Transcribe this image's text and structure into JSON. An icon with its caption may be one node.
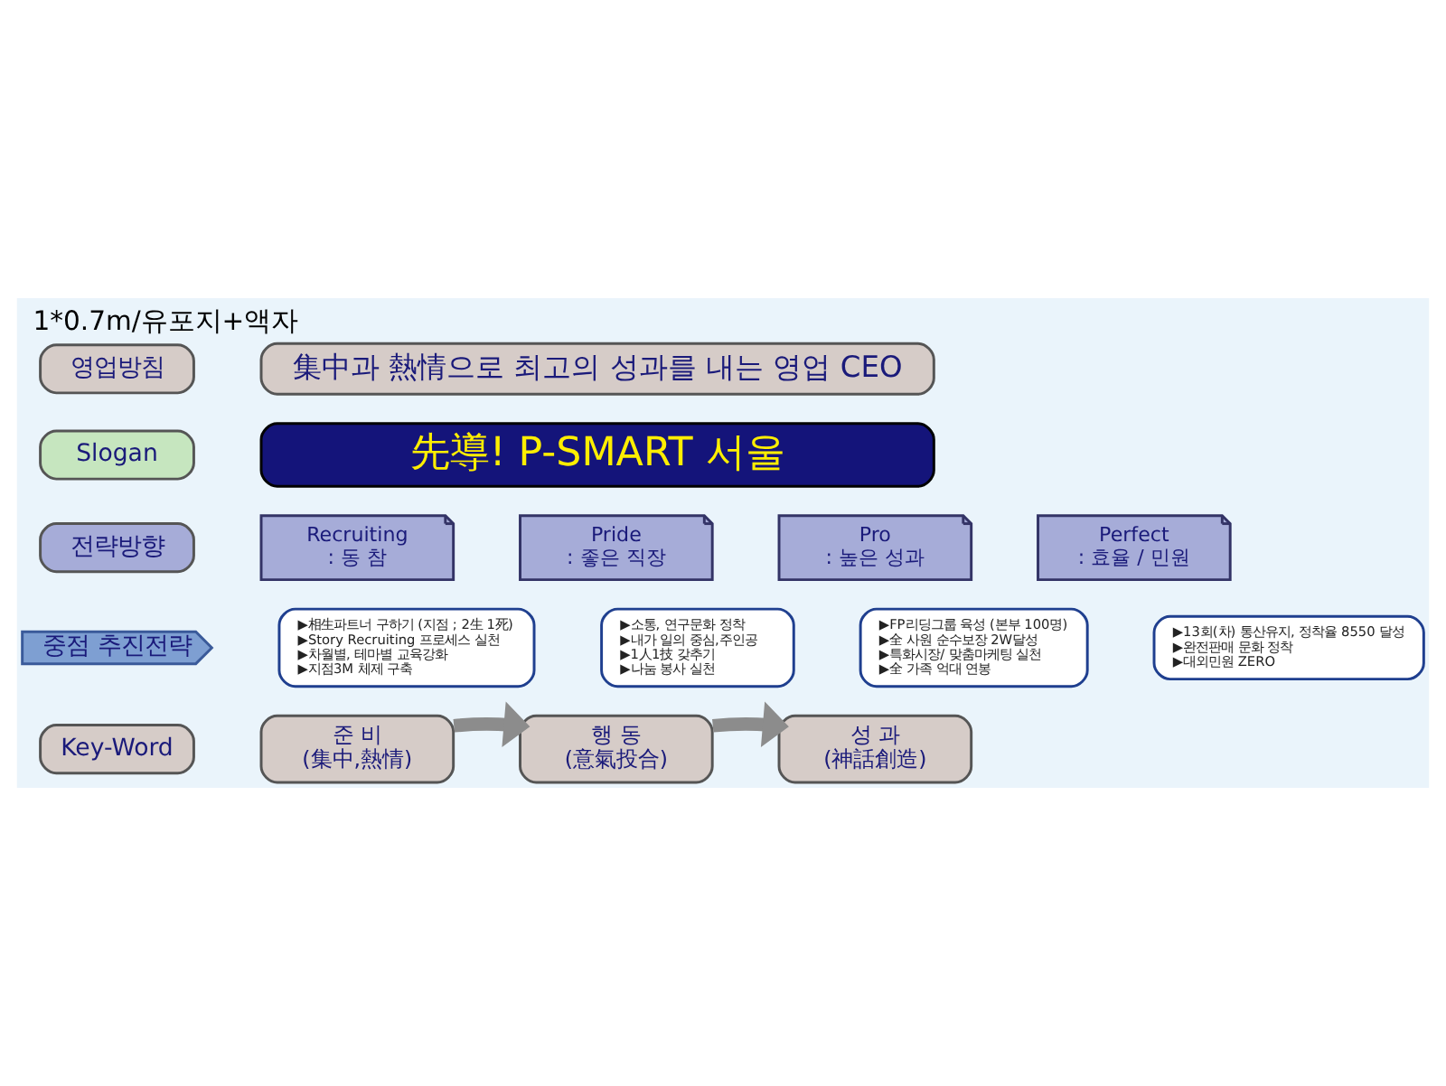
{
  "diagram": {
    "title": "1*0.7m/유포지+액자",
    "nodes": [
      {
        "text": [
          "영업방침"
        ]
      },
      {
        "text": [
          "集中과 熱情으로 최고의 성과를 내는 영업 CEO"
        ]
      },
      {
        "text": [
          "Slogan"
        ]
      },
      {
        "text": [
          "先導! P-SMART 서울"
        ]
      },
      {
        "text": [
          "전략방향"
        ]
      },
      {
        "text": [
          "Recruiting",
          ": 동 참"
        ]
      },
      {
        "text": [
          "Pride",
          ": 좋은 직장"
        ]
      },
      {
        "text": [
          "Pro",
          ": 높은 성과"
        ]
      },
      {
        "text": [
          "Perfect",
          ": 효율 / 민원"
        ]
      },
      {
        "text": [
          "중점 추진전략"
        ]
      },
      {
        "text": [
          "▶相生파트너 구하기 (지점 ; 2生 1死)",
          "▶Story Recruiting 프로세스 실천",
          "▶차월별, 테마별 교육강화",
          "▶지점3M 체제 구축"
        ]
      },
      {
        "text": [
          "▶소통, 연구문화 정착",
          "▶내가 일의 중심,주인공",
          "▶1人1技 갖추기",
          "▶나눔 봉사 실천"
        ]
      },
      {
        "text": [
          "▶FP리딩그룹 육성 (본부 100명)",
          "▶全 사원 순수보장 2W달성",
          "▶특화시장/ 맞춤마케팅 실천",
          "▶全 가족 억대 연봉"
        ]
      },
      {
        "text": [
          "▶13회(차) 통산유지, 정착율 8550 달성",
          "▶완전판매 문화 정착",
          "▶대외민원 ZERO"
        ]
      },
      {
        "text": [
          "Key-Word"
        ]
      },
      {
        "text": [
          "준 비",
          "(集中,熱情)"
        ]
      },
      {
        "text": [
          "행 동",
          "(意氣投合)"
        ]
      },
      {
        "text": [
          "성 과",
          "(神話創造)"
        ]
      }
    ],
    "edges": [
      {
        "from": 15,
        "to": 16,
        "arrow": "to"
      },
      {
        "from": 16,
        "to": 17,
        "arrow": "to"
      }
    ]
  }
}
